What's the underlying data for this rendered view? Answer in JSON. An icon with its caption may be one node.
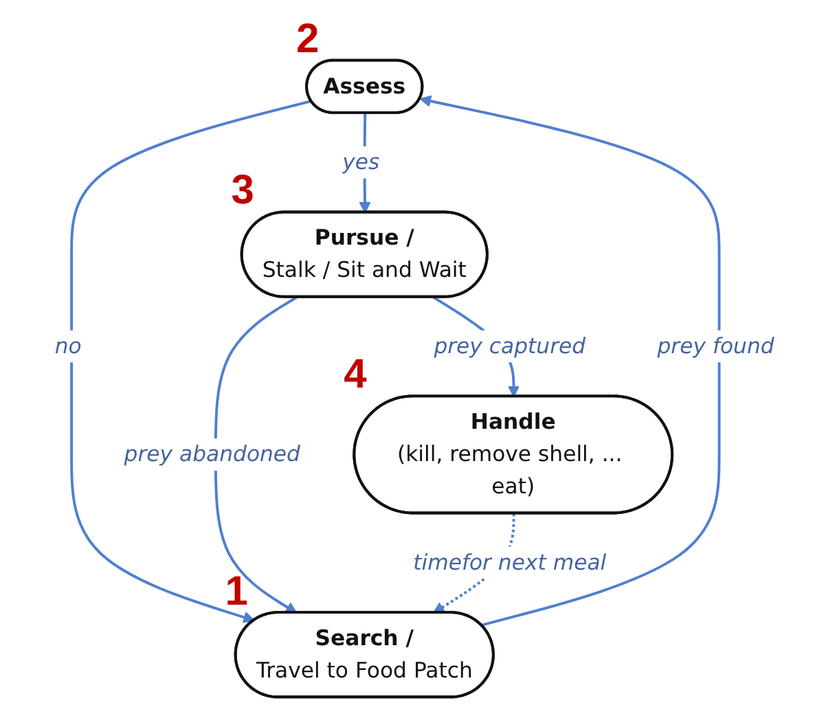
{
  "diagram": {
    "nodes": [
      {
        "text": [
          "Assess"
        ],
        "beside": [
          "2"
        ]
      },
      {
        "text": [
          "Search /",
          "Travel to Food Patch"
        ],
        "beside": [
          "1"
        ]
      },
      {
        "text": [
          "Pursue /",
          "Stalk / Sit and Wait"
        ],
        "beside": [
          "3"
        ]
      },
      {
        "text": [
          "Handle",
          "(kill, remove shell, ... eat)"
        ],
        "beside": [
          "4"
        ]
      }
    ],
    "edges": [
      {
        "from": 1,
        "to": 0,
        "arrow": "to",
        "label": "prey found"
      },
      {
        "from": 0,
        "to": 2,
        "arrow": "to",
        "label": "yes"
      },
      {
        "from": 0,
        "to": 1,
        "arrow": "to",
        "label": "no"
      },
      {
        "from": 2,
        "to": 1,
        "arrow": "to",
        "label": "prey abandoned"
      },
      {
        "from": 2,
        "to": 3,
        "arrow": "to",
        "label": "prey captured"
      },
      {
        "from": 3,
        "to": 1,
        "arrow": "to",
        "label": "timefor next meal",
        "style": "dashed"
      }
    ]
  }
}
